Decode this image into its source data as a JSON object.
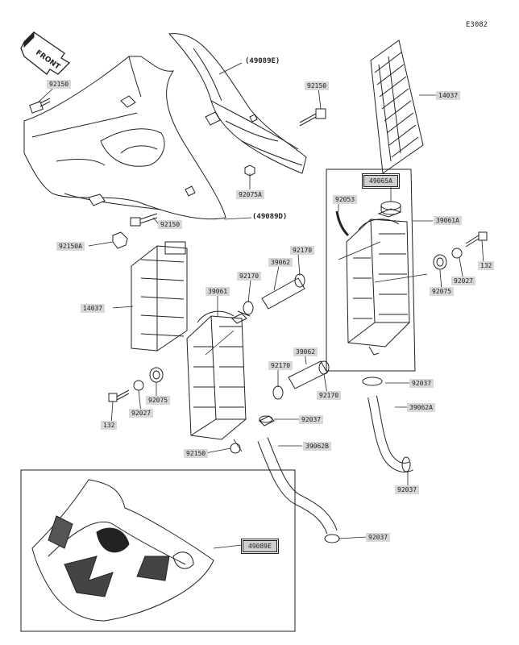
{
  "diagram": {
    "code": "E3082",
    "front_label": "FRONT",
    "callouts": [
      {
        "id": "92150-a",
        "text": "92150"
      },
      {
        "id": "49089E-a",
        "text": "(49089E)"
      },
      {
        "id": "92150-b",
        "text": "92150"
      },
      {
        "id": "14037-a",
        "text": "14037"
      },
      {
        "id": "92075A-a",
        "text": "92075A"
      },
      {
        "id": "92150-c",
        "text": "92150"
      },
      {
        "id": "49089D-a",
        "text": "(49089D)"
      },
      {
        "id": "49065A-a",
        "text": "49065A"
      },
      {
        "id": "92053-a",
        "text": "92053"
      },
      {
        "id": "39061A-a",
        "text": "39061A"
      },
      {
        "id": "92150A-a",
        "text": "92150A"
      },
      {
        "id": "92170-a",
        "text": "92170"
      },
      {
        "id": "39062-a",
        "text": "39062"
      },
      {
        "id": "92170-b",
        "text": "92170"
      },
      {
        "id": "39061-a",
        "text": "39061"
      },
      {
        "id": "132-a",
        "text": "132"
      },
      {
        "id": "92027-a",
        "text": "92027"
      },
      {
        "id": "92075-a",
        "text": "92075"
      },
      {
        "id": "14037-b",
        "text": "14037"
      },
      {
        "id": "39062-b",
        "text": "39062"
      },
      {
        "id": "92170-c",
        "text": "92170"
      },
      {
        "id": "92170-d",
        "text": "92170"
      },
      {
        "id": "92037-a",
        "text": "92037"
      },
      {
        "id": "92075-b",
        "text": "92075"
      },
      {
        "id": "132-b",
        "text": "132"
      },
      {
        "id": "92027-b",
        "text": "92027"
      },
      {
        "id": "92037-b",
        "text": "92037"
      },
      {
        "id": "39062A-a",
        "text": "39062A"
      },
      {
        "id": "92150-d",
        "text": "92150"
      },
      {
        "id": "39062B-a",
        "text": "39062B"
      },
      {
        "id": "92037-c",
        "text": "92037"
      },
      {
        "id": "92037-d",
        "text": "92037"
      },
      {
        "id": "49089E-b",
        "text": "49089E"
      }
    ]
  }
}
